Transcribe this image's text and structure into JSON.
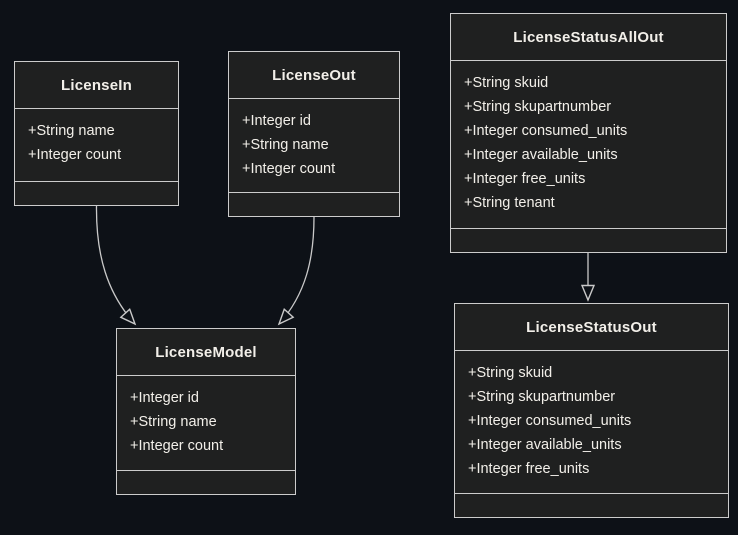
{
  "diagram": {
    "type": "uml-class-diagram",
    "colors": {
      "background": "#0d1117",
      "node_fill": "#1f2020",
      "node_border": "#cccccc",
      "text": "#f2efe9",
      "edge": "#c9c9c9"
    },
    "classes": [
      {
        "name": "LicenseIn",
        "attributes": [
          "+String name",
          "+Integer count"
        ],
        "methods": []
      },
      {
        "name": "LicenseOut",
        "attributes": [
          "+Integer id",
          "+String name",
          "+Integer count"
        ],
        "methods": []
      },
      {
        "name": "LicenseStatusAllOut",
        "attributes": [
          "+String skuid",
          "+String skupartnumber",
          "+Integer consumed_units",
          "+Integer available_units",
          "+Integer free_units",
          "+String tenant"
        ],
        "methods": []
      },
      {
        "name": "LicenseModel",
        "attributes": [
          "+Integer id",
          "+String name",
          "+Integer count"
        ],
        "methods": []
      },
      {
        "name": "LicenseStatusOut",
        "attributes": [
          "+String skuid",
          "+String skupartnumber",
          "+Integer consumed_units",
          "+Integer available_units",
          "+Integer free_units"
        ],
        "methods": []
      }
    ],
    "relations": [
      {
        "from": "LicenseIn",
        "to": "LicenseModel",
        "style": "solid-hollow-arrow"
      },
      {
        "from": "LicenseOut",
        "to": "LicenseModel",
        "style": "solid-hollow-arrow"
      },
      {
        "from": "LicenseStatusAllOut",
        "to": "LicenseStatusOut",
        "style": "solid-hollow-arrow"
      }
    ]
  }
}
